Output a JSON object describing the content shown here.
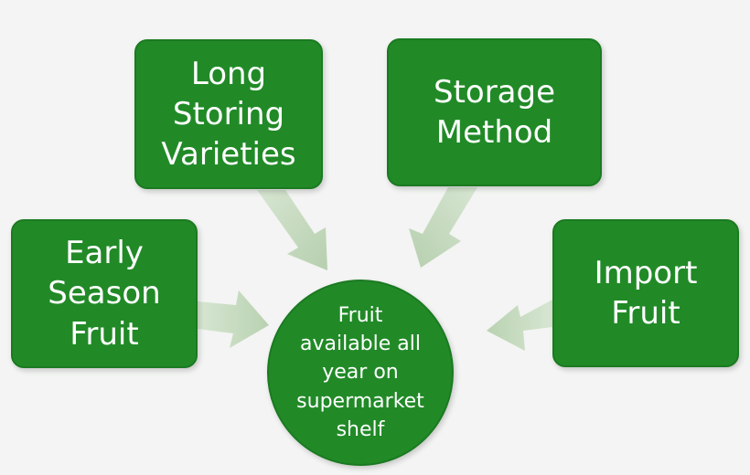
{
  "colors": {
    "box_fill": "#218a27",
    "arrow_fill": "#c9dcc3",
    "text": "#ffffff",
    "background": "#f3f4f3"
  },
  "nodes": {
    "early_season": {
      "lines": [
        "Early",
        "Season",
        "Fruit"
      ]
    },
    "long_storing": {
      "lines": [
        "Long",
        "Storing",
        "Varieties"
      ]
    },
    "storage_method": {
      "lines": [
        "Storage",
        "Method"
      ]
    },
    "import_fruit": {
      "lines": [
        "Import",
        "Fruit"
      ]
    },
    "center": {
      "lines": [
        "Fruit",
        "available all",
        "year on",
        "supermarket",
        "shelf"
      ]
    }
  }
}
